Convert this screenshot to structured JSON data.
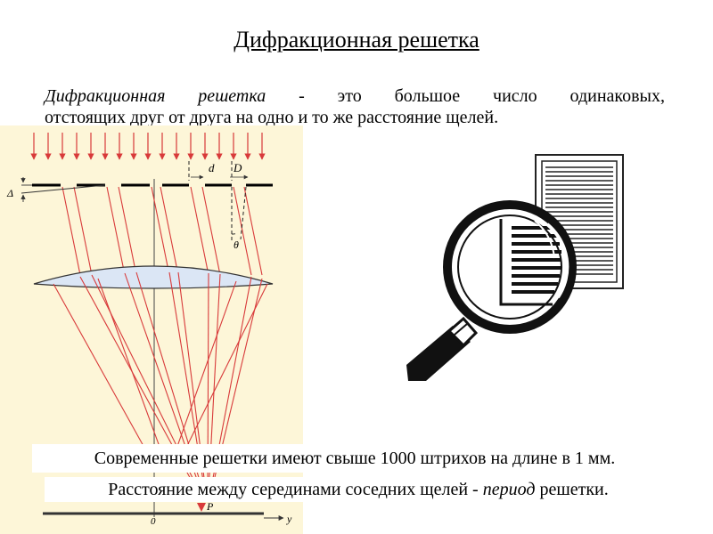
{
  "title": "Дифракционная решетка",
  "intro": {
    "term": "Дифракционная решетка",
    "rest_line1": " - это большое число одинаковых,",
    "line2": "отстоящих друг от друга на одно и то же расстояние щелей."
  },
  "diagram_labels": {
    "slit_width": "d",
    "period": "D",
    "angle": "θ",
    "delta": "Δ",
    "origin": "0",
    "axis": "y",
    "point": "P"
  },
  "notes": {
    "modern": "Современные решетки имеют свыше 1000 штрихов на длине в 1 мм.",
    "period_prefix": "Расстояние  между серединами соседних щелей - ",
    "period_term": "период",
    "period_suffix": " решетки."
  },
  "colors": {
    "diagram_bg": "#fdf6d8",
    "ray": "#d83a3a",
    "lens": "#dbe6f5"
  }
}
